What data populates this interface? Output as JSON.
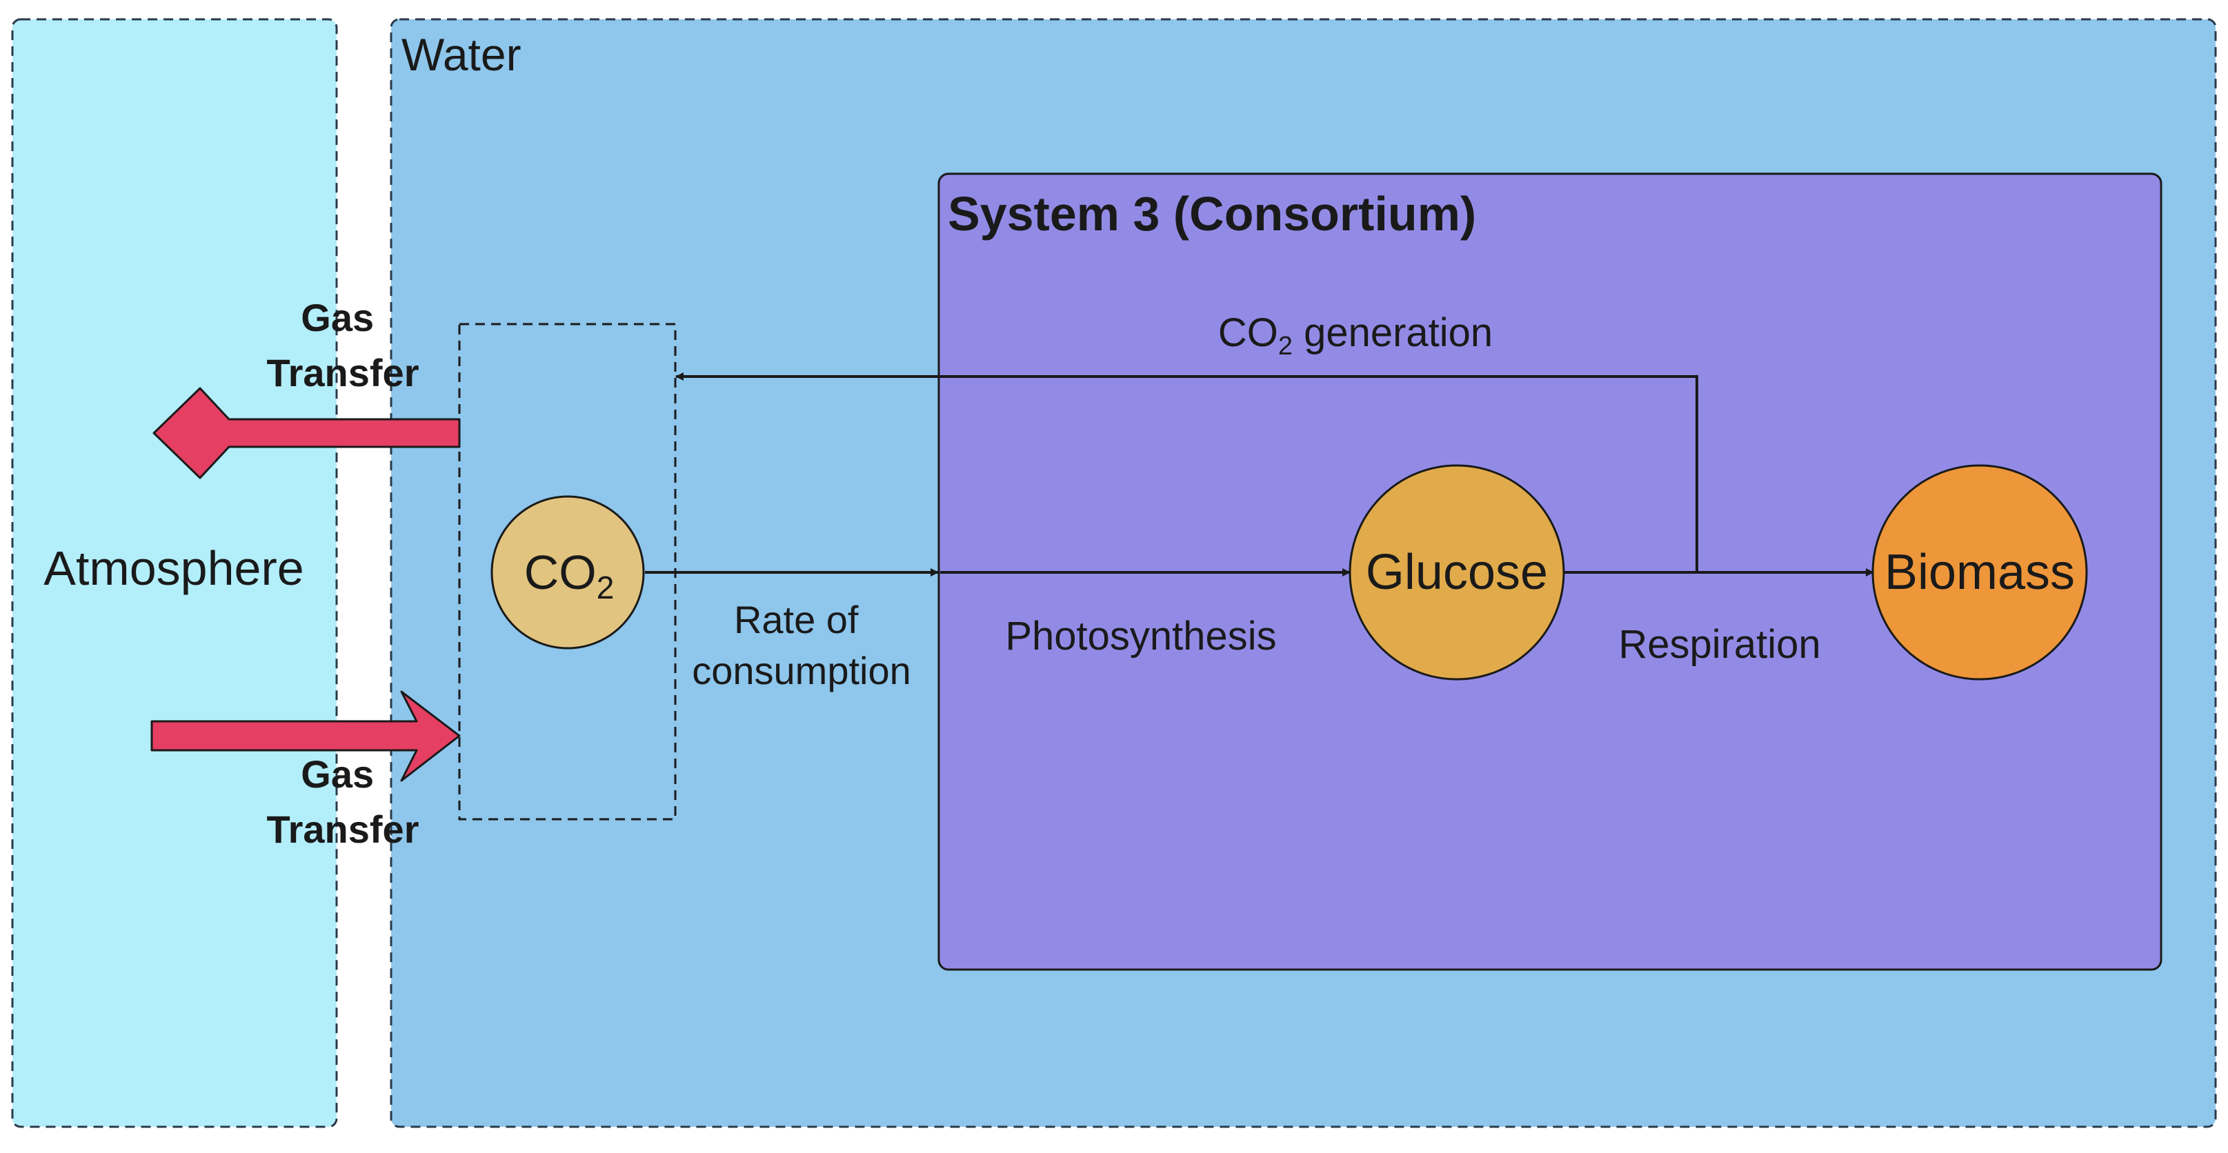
{
  "zones": {
    "atmosphere": {
      "label": "Atmosphere"
    },
    "water": {
      "label": "Water"
    },
    "system": {
      "title": "System 3 (Consortium)"
    }
  },
  "nodes": {
    "co2": {
      "main": "CO",
      "sub": "2"
    },
    "glucose": {
      "label": "Glucose"
    },
    "biomass": {
      "label": "Biomass"
    }
  },
  "arrows": {
    "gas_transfer_out": {
      "line1": "Gas",
      "line2": "Transfer"
    },
    "gas_transfer_in": {
      "line1": "Gas",
      "line2": "Transfer"
    },
    "co2_generation": {
      "main": "CO",
      "sub": "2",
      "rest": " generation"
    },
    "consumption": {
      "line1": "Rate of",
      "line2": "consumption"
    },
    "photosynthesis": {
      "label": "Photosynthesis"
    },
    "respiration": {
      "label": "Respiration"
    }
  },
  "colors": {
    "atmosphere_fill": "#B3EEFB",
    "water_fill": "#8EC6EC",
    "system_fill": "#928BE6",
    "co2_fill": "#E1C47F",
    "glucose_fill": "#E1AA4B",
    "biomass_fill": "#EE963A",
    "gas_arrow": "#E53F63",
    "line": "#1a1a1a"
  }
}
